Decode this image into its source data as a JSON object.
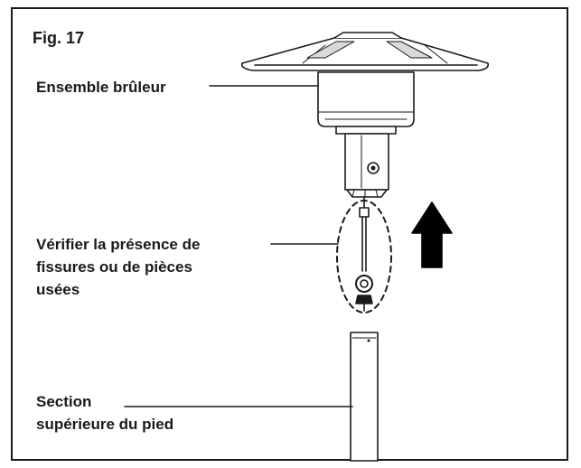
{
  "figure": {
    "title": "Fig. 17"
  },
  "callouts": {
    "burner": "Ensemble brûleur",
    "check_lines": [
      "Vérifier la présence de",
      "fissures ou de pièces",
      "usées"
    ],
    "pole_lines": [
      "Section",
      "supérieure du pied"
    ]
  },
  "colors": {
    "ink": "#1a1a1a",
    "fill_light": "#ffffff",
    "fill_shade": "#d9d9d9"
  }
}
